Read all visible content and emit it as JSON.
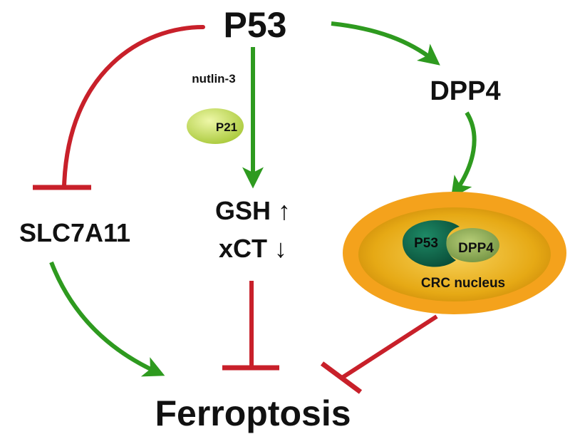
{
  "nodes": {
    "p53": "P53",
    "dpp4": "DPP4",
    "slc7a11": "SLC7A11",
    "gsh": "GSH ↑",
    "xct": "xCT ↓",
    "ferroptosis": "Ferroptosis",
    "nutlin": "nutlin-3",
    "p21": "P21",
    "nucleus_p53": "P53",
    "nucleus_dpp4": "DPP4",
    "nucleus_label": "CRC nucleus"
  },
  "colors": {
    "activation": "#2e9a1f",
    "inhibition": "#c8202a",
    "nucleus_outer": "#f4a21c",
    "nucleus_inner": "#d99a12",
    "p21_fill": "#c9e25a",
    "p53_protein": "#0f6b4e",
    "dpp4_protein": "#8fb05a"
  }
}
